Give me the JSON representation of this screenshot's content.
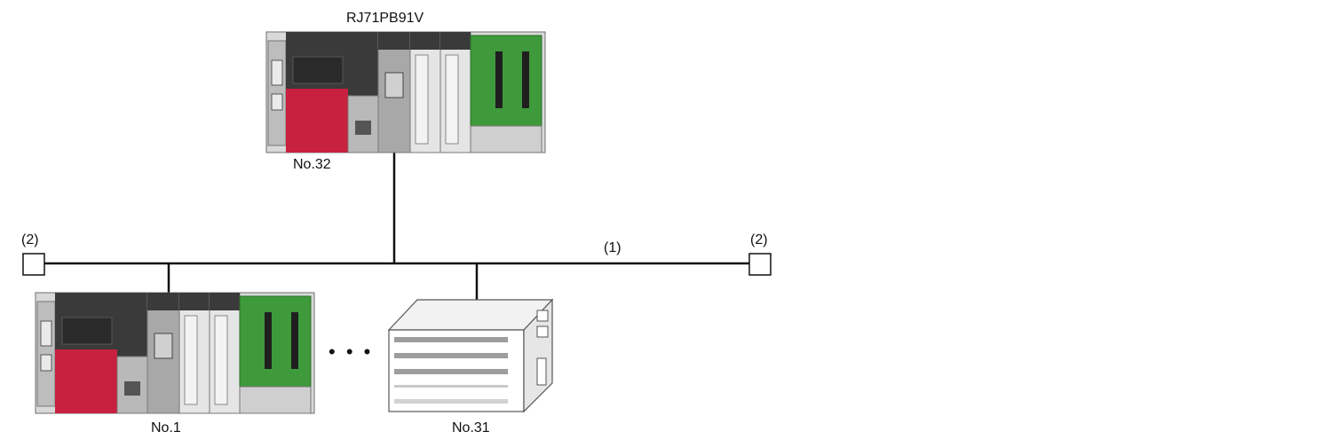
{
  "master": {
    "model": "RJ71PB91V",
    "station": "No.32"
  },
  "slaves": [
    {
      "station": "No.1",
      "kind": "plc-rack"
    },
    {
      "station": "No.31",
      "kind": "remote-io"
    }
  ],
  "ellipsis": "• • •",
  "callouts": {
    "cable": "(1)",
    "terminator_left": "(2)",
    "terminator_right": "(2)"
  },
  "colors": {
    "cpu_red": "#c8203f",
    "board_green": "#3f9a3b",
    "module_dark": "#3a3a3a",
    "module_gray": "#a8a8a8",
    "line": "#111111"
  }
}
